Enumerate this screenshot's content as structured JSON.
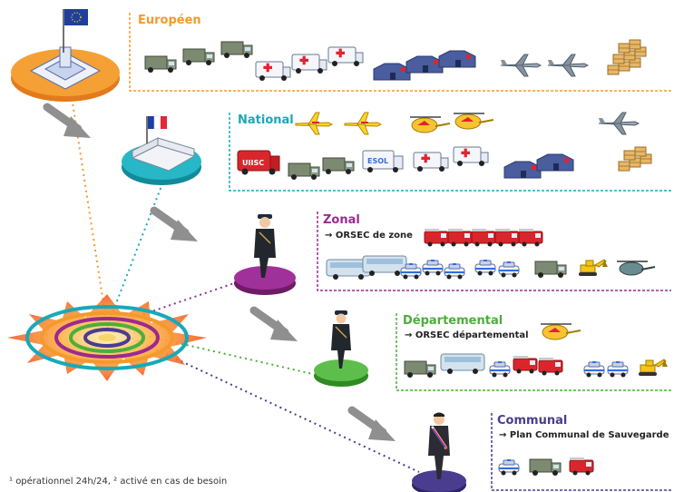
{
  "levels": {
    "european": {
      "title": "Européen",
      "color": "#f39a2b"
    },
    "national": {
      "title": "National",
      "color": "#18a9b8"
    },
    "zonal": {
      "title": "Zonal",
      "subtitle": "→ ORSEC de zone",
      "color": "#9b2a8f"
    },
    "departmental": {
      "title": "Départemental",
      "subtitle": "→ ORSEC départemental",
      "color": "#4cae3a"
    },
    "communal": {
      "title": "Communal",
      "subtitle": "→ Plan Communal de Sauvegarde",
      "color": "#4a3d8f"
    }
  },
  "vehicle_labels": {
    "uiisc": "UIISC",
    "esol": "ESOL"
  },
  "footnote": "¹ opérationnel 24h/24, ² activé en cas de besoin",
  "icons": [
    "eu-flag-icon",
    "french-flag-icon",
    "truck-icon",
    "ambulance-icon",
    "tent-icon",
    "aircraft-icon",
    "crates-icon",
    "water-bomber-icon",
    "helicopter-icon",
    "bus-icon",
    "police-car-icon",
    "fire-truck-icon",
    "excavator-icon",
    "officer-figure-icon",
    "mayor-figure-icon",
    "incident-target-icon",
    "arrow-icon"
  ]
}
